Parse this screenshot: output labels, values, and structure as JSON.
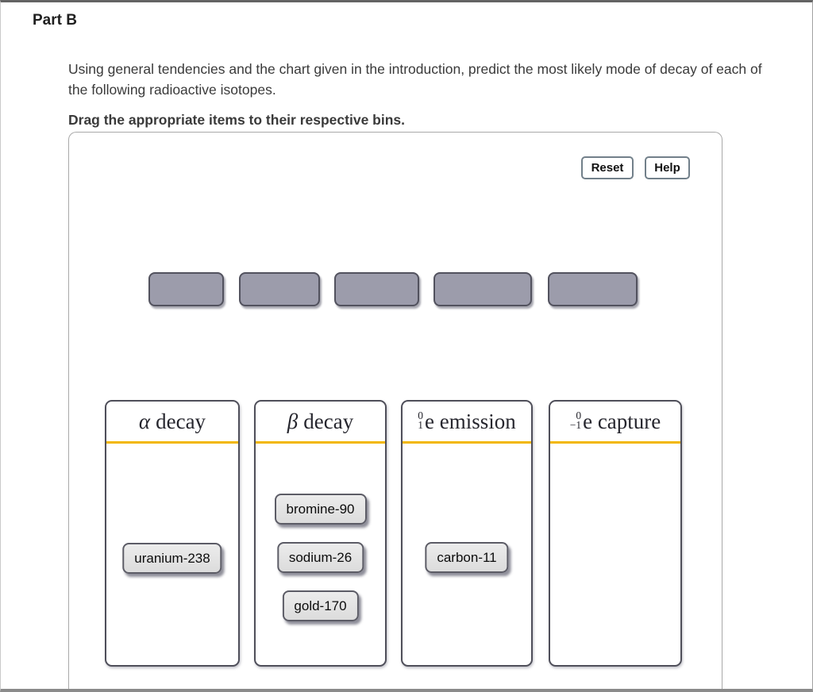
{
  "page": {
    "title": "Part B"
  },
  "instructions": {
    "body": "Using general tendencies and the chart given in the introduction, predict the most likely mode of decay of each of the following radioactive isotopes.",
    "drag_prompt": "Drag the appropriate items to their respective bins."
  },
  "toolbar": {
    "reset": "Reset",
    "help": "Help"
  },
  "slot_count": 5,
  "bins": [
    {
      "id": "alpha-decay",
      "symbol": "α",
      "text": "decay",
      "items": [
        "uranium-238"
      ]
    },
    {
      "id": "beta-decay",
      "symbol": "β",
      "text": "decay",
      "items": [
        "bromine-90",
        "sodium-26",
        "gold-170"
      ]
    },
    {
      "id": "positron-emission",
      "sup": "0",
      "sub": "1",
      "text": "e emission",
      "items": [
        "carbon-11"
      ]
    },
    {
      "id": "electron-capture",
      "sup": "0",
      "sub": "−1",
      "text": "e capture",
      "items": []
    }
  ],
  "items": [
    {
      "label": "uranium-238",
      "bin": "alpha-decay"
    },
    {
      "label": "bromine-90",
      "bin": "beta-decay"
    },
    {
      "label": "sodium-26",
      "bin": "beta-decay"
    },
    {
      "label": "gold-170",
      "bin": "beta-decay"
    },
    {
      "label": "carbon-11",
      "bin": "positron-emission"
    }
  ],
  "colors": {
    "bin_underline": "#F2B705",
    "slot_fill": "#9C9CAB",
    "chip_fill": "#E4E4E4",
    "border_dark": "#4F4F5A"
  }
}
